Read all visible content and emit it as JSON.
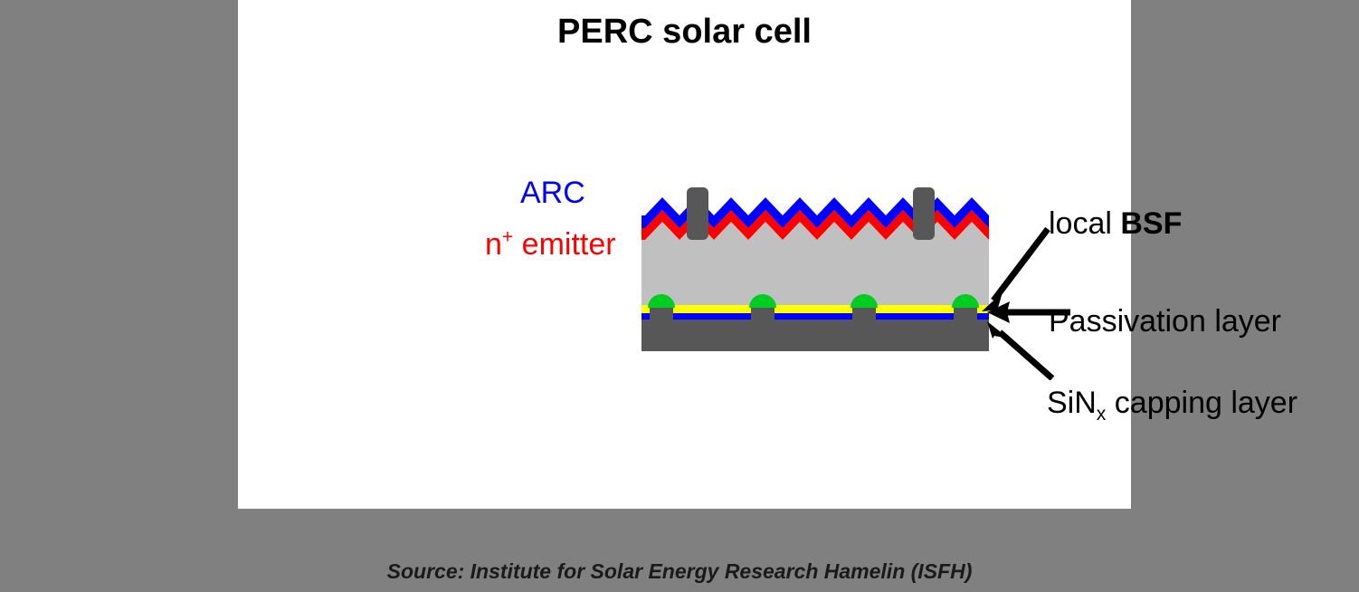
{
  "slide": {
    "title": "PERC solar cell",
    "background_color": "#808080",
    "panel_color": "#ffffff"
  },
  "labels": {
    "arc": "ARC",
    "emitter_base": "n",
    "emitter_sup": "+",
    "emitter_rest": " emitter",
    "local_bsf_regular": "local ",
    "local_bsf_bold": "BSF",
    "passivation": "Passivation layer",
    "capping_base": "SiN",
    "capping_sub": "x",
    "capping_rest": " capping layer"
  },
  "colors": {
    "arc_blue": "#0000ff",
    "emitter_red": "#ff0000",
    "silicon_gray": "#c0c0c0",
    "metal_dark_gray": "#575757",
    "bsf_green": "#00cc22",
    "passivation_yellow": "#ffff00",
    "capping_blue": "#0000ff",
    "text_black": "#000000"
  },
  "diagram": {
    "name": "perc-solar-cell-cross-section",
    "texture_peaks": 10,
    "front_fingers": 2,
    "rear_contacts": 4,
    "bsf_domes": 4,
    "arrows": [
      {
        "name": "arrow-local-bsf",
        "target": "local BSF dome",
        "direction": "down-left"
      },
      {
        "name": "arrow-passivation-layer",
        "target": "passivation layer",
        "direction": "left"
      },
      {
        "name": "arrow-sinx-capping-layer",
        "target": "SiNx capping layer",
        "direction": "up-left"
      }
    ]
  },
  "source": {
    "caption": "Source: Institute for Solar Energy Research Hamelin (ISFH)"
  }
}
